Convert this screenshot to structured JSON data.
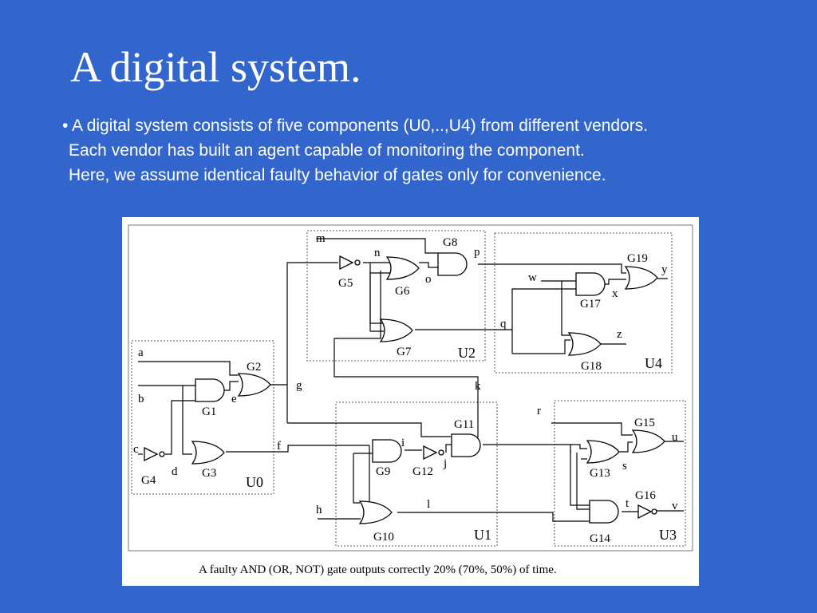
{
  "slide": {
    "title": "A digital system.",
    "bullet1": "• A digital system consists of five components (U0,..,U4) from different vendors.",
    "line2": "Each vendor has built an agent capable of monitoring the component.",
    "line3": "Here, we assume identical faulty behavior of gates only for convenience."
  },
  "diagram": {
    "caption": "A faulty AND (OR, NOT) gate outputs correctly 20% (70%, 50%) of time.",
    "units": [
      "U0",
      "U1",
      "U2",
      "U3",
      "U4"
    ],
    "gates": [
      "G1",
      "G2",
      "G3",
      "G4",
      "G5",
      "G6",
      "G7",
      "G8",
      "G9",
      "G10",
      "G11",
      "G12",
      "G13",
      "G14",
      "G15",
      "G16",
      "G17",
      "G18",
      "G19"
    ],
    "signals": [
      "a",
      "b",
      "c",
      "d",
      "e",
      "f",
      "g",
      "h",
      "i",
      "j",
      "k",
      "l",
      "m",
      "n",
      "o",
      "p",
      "q",
      "r",
      "s",
      "t",
      "u",
      "v",
      "w",
      "x",
      "y",
      "z"
    ]
  },
  "colors": {
    "background": "#3366cc",
    "text": "#ffffff",
    "diagram_background": "#ffffff"
  }
}
